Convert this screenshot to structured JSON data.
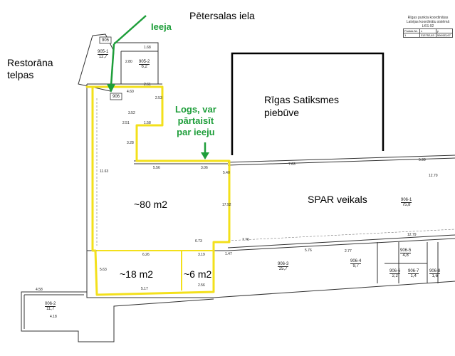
{
  "street": "Pētersalas iela",
  "restaurant": [
    "Restorāna",
    "telpas"
  ],
  "entrance": "Ieeja",
  "window_note": [
    "Logs, var",
    "pārtaisīt",
    "par ieeju"
  ],
  "rigas": [
    "Rīgas Satiksmes",
    "piebūve"
  ],
  "spar": "SPAR veikals",
  "areas": {
    "a80": "~80 m2",
    "a18": "~18 m2",
    "a6": "~6 m2"
  },
  "room_codes": {
    "r905": "905",
    "r906": "906",
    "rA": {
      "code": "905-1",
      "area": "12,7"
    },
    "rB": {
      "code": "905-2",
      "area": "6,2"
    },
    "rSpar": {
      "code": "906-1",
      "area": "75,8"
    },
    "rC": {
      "code": "906-3",
      "area": "25,7"
    },
    "rD": {
      "code": "906-4",
      "area": "9,7"
    },
    "rE": {
      "code": "906-5",
      "area": "4,8"
    },
    "rF": {
      "code": "906-6",
      "area": "2,2"
    },
    "rG": {
      "code": "906-7",
      "area": "1,4"
    },
    "rH": {
      "code": "906-8",
      "area": "1,6"
    },
    "rLeft": {
      "code": "006-2",
      "area": "11,7"
    }
  },
  "dims": [
    "4.60",
    "2.61",
    "2.53",
    "3.52",
    "2.51",
    "1.58",
    "3.28",
    "5.56",
    "3.06",
    "5.40",
    "7.63",
    "5.99",
    "11.63",
    "17.92",
    "6.73",
    "7.76",
    "12.79",
    "6.26",
    "3.19",
    "5.76",
    "5.63",
    "5.17",
    "2.56",
    "4.58",
    "4.18",
    "1.68",
    "2.80",
    "12.70",
    "1.47",
    "2.77"
  ],
  "coord_table": {
    "title": [
      "Rīgas punkta koordinātas",
      "Latvijas koordinātu sistēmā LKS-92"
    ],
    "headers": [
      "Punkta Nr.",
      "x",
      "y"
    ],
    "row": [
      "1",
      "313752,63",
      "506433,67"
    ]
  }
}
